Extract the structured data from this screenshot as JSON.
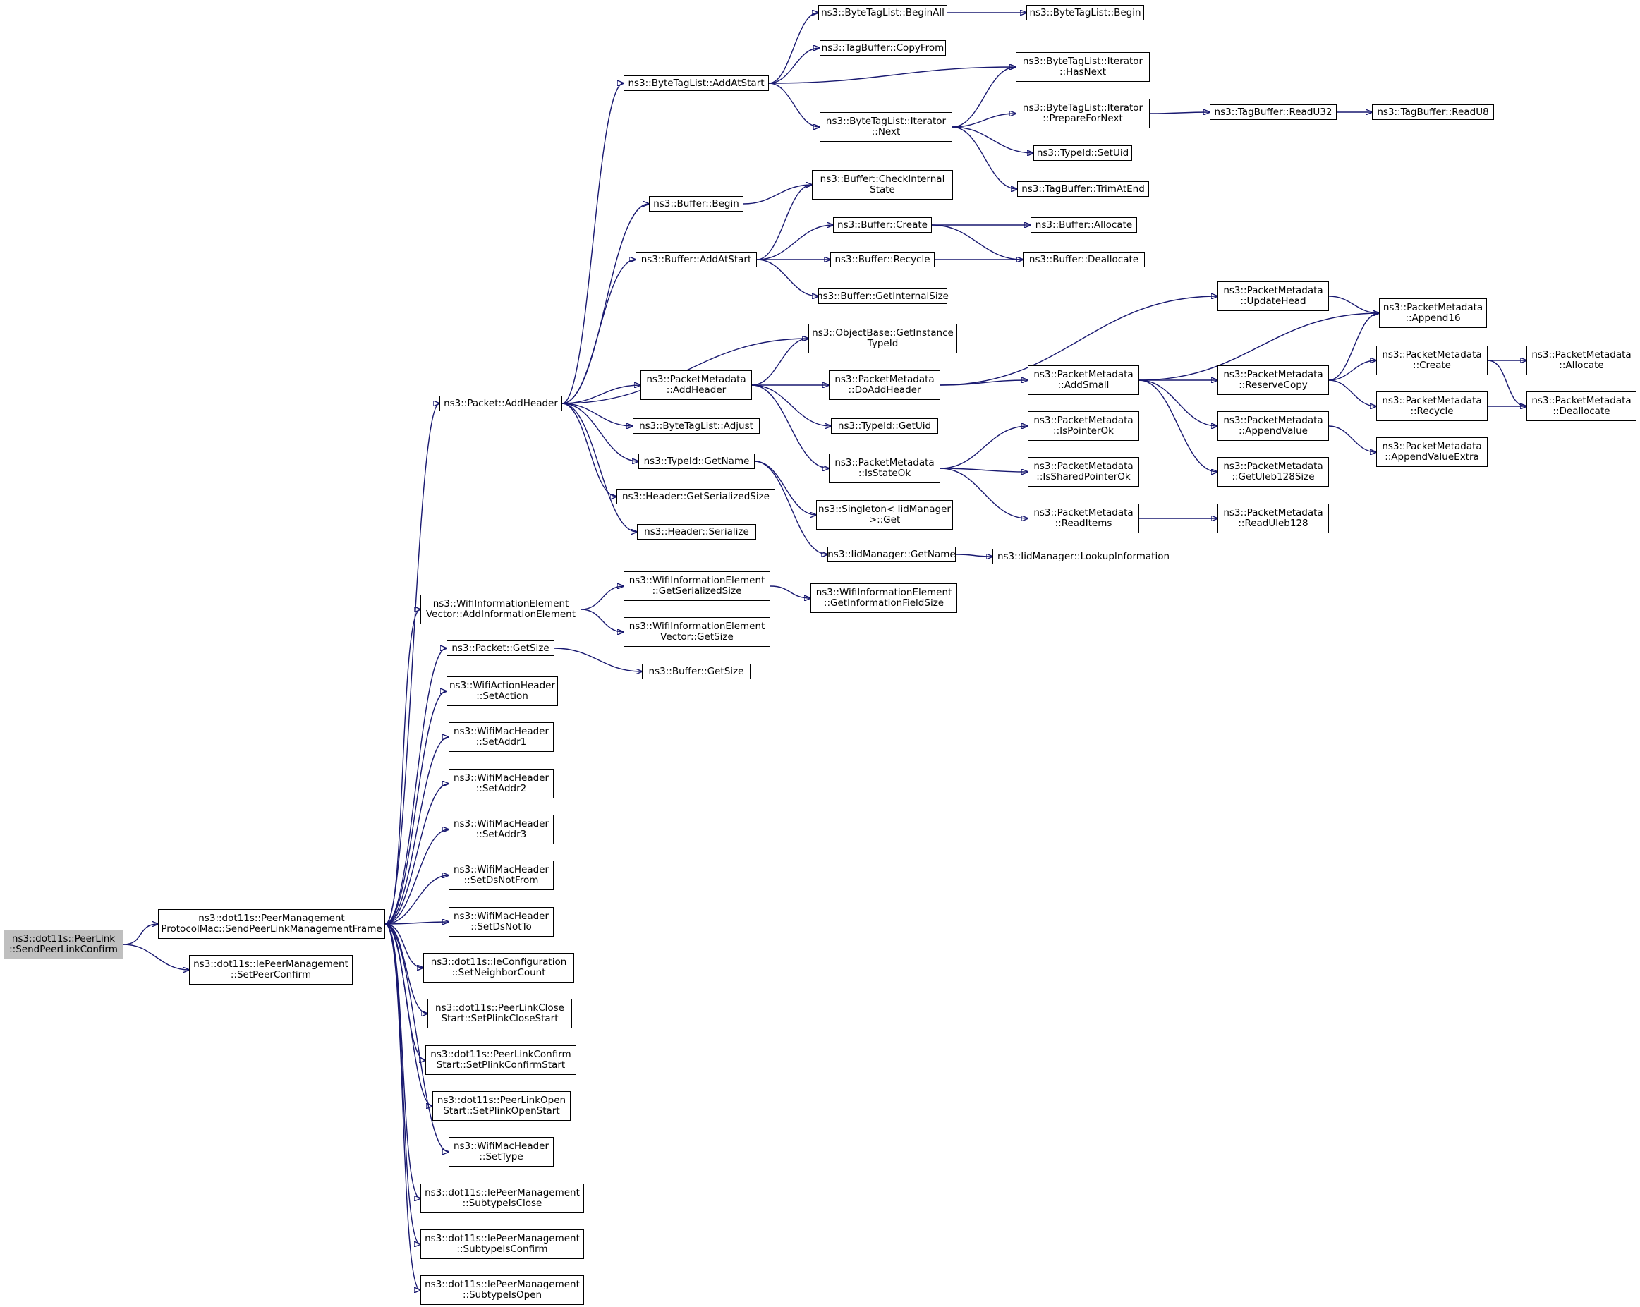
{
  "colors": {
    "edge": "#191970",
    "root_fill": "#bfbfbf",
    "node_fill": "#ffffff",
    "border": "#000000"
  },
  "nodes": [
    {
      "id": "root",
      "label": "ns3::dot11s::PeerLink\n::SendPeerLinkConfirm",
      "root": true
    },
    {
      "id": "sendframe",
      "label": "ns3::dot11s::PeerManagement\nProtocolMac::SendPeerLinkManagementFrame"
    },
    {
      "id": "setpeerconfirm",
      "label": "ns3::dot11s::IePeerManagement\n::SetPeerConfirm"
    },
    {
      "id": "addheader",
      "label": "ns3::Packet::AddHeader"
    },
    {
      "id": "addinfoel",
      "label": "ns3::WifiInformationElement\nVector::AddInformationElement"
    },
    {
      "id": "pktgetsize",
      "label": "ns3::Packet::GetSize"
    },
    {
      "id": "setaction",
      "label": "ns3::WifiActionHeader\n::SetAction"
    },
    {
      "id": "setaddr1",
      "label": "ns3::WifiMacHeader\n::SetAddr1"
    },
    {
      "id": "setaddr2",
      "label": "ns3::WifiMacHeader\n::SetAddr2"
    },
    {
      "id": "setaddr3",
      "label": "ns3::WifiMacHeader\n::SetAddr3"
    },
    {
      "id": "setdsnotfrom",
      "label": "ns3::WifiMacHeader\n::SetDsNotFrom"
    },
    {
      "id": "setdsnotto",
      "label": "ns3::WifiMacHeader\n::SetDsNotTo"
    },
    {
      "id": "setneighbor",
      "label": "ns3::dot11s::IeConfiguration\n::SetNeighborCount"
    },
    {
      "id": "setplinkclose",
      "label": "ns3::dot11s::PeerLinkClose\nStart::SetPlinkCloseStart"
    },
    {
      "id": "setplinkconfirm",
      "label": "ns3::dot11s::PeerLinkConfirm\nStart::SetPlinkConfirmStart"
    },
    {
      "id": "setplinkopen",
      "label": "ns3::dot11s::PeerLinkOpen\nStart::SetPlinkOpenStart"
    },
    {
      "id": "settype",
      "label": "ns3::WifiMacHeader\n::SetType"
    },
    {
      "id": "subclose",
      "label": "ns3::dot11s::IePeerManagement\n::SubtypeIsClose"
    },
    {
      "id": "subconfirm",
      "label": "ns3::dot11s::IePeerManagement\n::SubtypeIsConfirm"
    },
    {
      "id": "subopen",
      "label": "ns3::dot11s::IePeerManagement\n::SubtypeIsOpen"
    },
    {
      "id": "btl_addatstart",
      "label": "ns3::ByteTagList::AddAtStart"
    },
    {
      "id": "buf_begin",
      "label": "ns3::Buffer::Begin"
    },
    {
      "id": "buf_addatstart",
      "label": "ns3::Buffer::AddAtStart"
    },
    {
      "id": "pm_addheader",
      "label": "ns3::PacketMetadata\n::AddHeader"
    },
    {
      "id": "btl_adjust",
      "label": "ns3::ByteTagList::Adjust"
    },
    {
      "id": "typeid_getname",
      "label": "ns3::TypeId::GetName"
    },
    {
      "id": "hdr_getsersize",
      "label": "ns3::Header::GetSerializedSize"
    },
    {
      "id": "hdr_serialize",
      "label": "ns3::Header::Serialize"
    },
    {
      "id": "wie_getsersize",
      "label": "ns3::WifiInformationElement\n::GetSerializedSize"
    },
    {
      "id": "wiev_getsize",
      "label": "ns3::WifiInformationElement\nVector::GetSize"
    },
    {
      "id": "buf_getsize",
      "label": "ns3::Buffer::GetSize"
    },
    {
      "id": "btl_beginall",
      "label": "ns3::ByteTagList::BeginAll"
    },
    {
      "id": "tb_copyfrom",
      "label": "ns3::TagBuffer::CopyFrom"
    },
    {
      "id": "btl_iter_next",
      "label": "ns3::ByteTagList::Iterator\n::Next"
    },
    {
      "id": "buf_checkint",
      "label": "ns3::Buffer::CheckInternal\nState"
    },
    {
      "id": "buf_create",
      "label": "ns3::Buffer::Create"
    },
    {
      "id": "buf_recycle",
      "label": "ns3::Buffer::Recycle"
    },
    {
      "id": "buf_getintsize",
      "label": "ns3::Buffer::GetInternalSize"
    },
    {
      "id": "ob_gettypeid",
      "label": "ns3::ObjectBase::GetInstance\nTypeId"
    },
    {
      "id": "pm_doaddheader",
      "label": "ns3::PacketMetadata\n::DoAddHeader"
    },
    {
      "id": "typeid_getuid",
      "label": "ns3::TypeId::GetUid"
    },
    {
      "id": "pm_isstateok",
      "label": "ns3::PacketMetadata\n::IsStateOk"
    },
    {
      "id": "singleton_get",
      "label": "ns3::Singleton< IidManager\n>::Get"
    },
    {
      "id": "iid_getname",
      "label": "ns3::IidManager::GetName"
    },
    {
      "id": "wie_getinfosize",
      "label": "ns3::WifiInformationElement\n::GetInformationFieldSize"
    },
    {
      "id": "btl_begin",
      "label": "ns3::ByteTagList::Begin"
    },
    {
      "id": "btl_iter_hasnext",
      "label": "ns3::ByteTagList::Iterator\n::HasNext"
    },
    {
      "id": "btl_iter_prep",
      "label": "ns3::ByteTagList::Iterator\n::PrepareForNext"
    },
    {
      "id": "typeid_setuid",
      "label": "ns3::TypeId::SetUid"
    },
    {
      "id": "tb_trimatend",
      "label": "ns3::TagBuffer::TrimAtEnd"
    },
    {
      "id": "buf_allocate",
      "label": "ns3::Buffer::Allocate"
    },
    {
      "id": "buf_dealloc",
      "label": "ns3::Buffer::Deallocate"
    },
    {
      "id": "pm_addsmall",
      "label": "ns3::PacketMetadata\n::AddSmall"
    },
    {
      "id": "pm_ispointerok",
      "label": "ns3::PacketMetadata\n::IsPointerOk"
    },
    {
      "id": "pm_issharedptrok",
      "label": "ns3::PacketMetadata\n::IsSharedPointerOk"
    },
    {
      "id": "pm_readitems",
      "label": "ns3::PacketMetadata\n::ReadItems"
    },
    {
      "id": "iid_lookup",
      "label": "ns3::IidManager::LookupInformation"
    },
    {
      "id": "tb_readu32",
      "label": "ns3::TagBuffer::ReadU32"
    },
    {
      "id": "tb_readu8",
      "label": "ns3::TagBuffer::ReadU8"
    },
    {
      "id": "pm_updatehead",
      "label": "ns3::PacketMetadata\n::UpdateHead"
    },
    {
      "id": "pm_reservecopy",
      "label": "ns3::PacketMetadata\n::ReserveCopy"
    },
    {
      "id": "pm_appendvalue",
      "label": "ns3::PacketMetadata\n::AppendValue"
    },
    {
      "id": "pm_getuleb",
      "label": "ns3::PacketMetadata\n::GetUleb128Size"
    },
    {
      "id": "pm_readuleb",
      "label": "ns3::PacketMetadata\n::ReadUleb128"
    },
    {
      "id": "pm_append16",
      "label": "ns3::PacketMetadata\n::Append16"
    },
    {
      "id": "pm_create",
      "label": "ns3::PacketMetadata\n::Create"
    },
    {
      "id": "pm_recycle",
      "label": "ns3::PacketMetadata\n::Recycle"
    },
    {
      "id": "pm_appendvalextra",
      "label": "ns3::PacketMetadata\n::AppendValueExtra"
    },
    {
      "id": "pm_allocate",
      "label": "ns3::PacketMetadata\n::Allocate"
    },
    {
      "id": "pm_dealloc",
      "label": "ns3::PacketMetadata\n::Deallocate"
    }
  ],
  "edges": [
    [
      "root",
      "sendframe"
    ],
    [
      "root",
      "setpeerconfirm"
    ],
    [
      "sendframe",
      "addheader"
    ],
    [
      "sendframe",
      "addinfoel"
    ],
    [
      "sendframe",
      "pktgetsize"
    ],
    [
      "sendframe",
      "setaction"
    ],
    [
      "sendframe",
      "setaddr1"
    ],
    [
      "sendframe",
      "setaddr2"
    ],
    [
      "sendframe",
      "setaddr3"
    ],
    [
      "sendframe",
      "setdsnotfrom"
    ],
    [
      "sendframe",
      "setdsnotto"
    ],
    [
      "sendframe",
      "setneighbor"
    ],
    [
      "sendframe",
      "setplinkclose"
    ],
    [
      "sendframe",
      "setplinkconfirm"
    ],
    [
      "sendframe",
      "setplinkopen"
    ],
    [
      "sendframe",
      "settype"
    ],
    [
      "sendframe",
      "subclose"
    ],
    [
      "sendframe",
      "subconfirm"
    ],
    [
      "sendframe",
      "subopen"
    ],
    [
      "addheader",
      "btl_addatstart"
    ],
    [
      "addheader",
      "buf_begin"
    ],
    [
      "addheader",
      "buf_addatstart"
    ],
    [
      "addheader",
      "ob_gettypeid"
    ],
    [
      "addheader",
      "pm_addheader"
    ],
    [
      "addheader",
      "btl_adjust"
    ],
    [
      "addheader",
      "typeid_getname"
    ],
    [
      "addheader",
      "hdr_getsersize"
    ],
    [
      "addheader",
      "hdr_serialize"
    ],
    [
      "addinfoel",
      "wie_getsersize"
    ],
    [
      "addinfoel",
      "wiev_getsize"
    ],
    [
      "pktgetsize",
      "buf_getsize"
    ],
    [
      "wie_getsersize",
      "wie_getinfosize"
    ],
    [
      "btl_addatstart",
      "btl_beginall"
    ],
    [
      "btl_addatstart",
      "tb_copyfrom"
    ],
    [
      "btl_addatstart",
      "btl_iter_hasnext"
    ],
    [
      "btl_addatstart",
      "btl_iter_next"
    ],
    [
      "btl_beginall",
      "btl_begin"
    ],
    [
      "btl_iter_next",
      "btl_iter_hasnext"
    ],
    [
      "btl_iter_next",
      "btl_iter_prep"
    ],
    [
      "btl_iter_next",
      "typeid_setuid"
    ],
    [
      "btl_iter_next",
      "tb_trimatend"
    ],
    [
      "btl_iter_prep",
      "tb_readu32"
    ],
    [
      "tb_readu32",
      "tb_readu8"
    ],
    [
      "buf_begin",
      "buf_checkint"
    ],
    [
      "buf_addatstart",
      "buf_checkint"
    ],
    [
      "buf_addatstart",
      "buf_create"
    ],
    [
      "buf_addatstart",
      "buf_recycle"
    ],
    [
      "buf_addatstart",
      "buf_getintsize"
    ],
    [
      "buf_create",
      "buf_allocate"
    ],
    [
      "buf_create",
      "buf_dealloc"
    ],
    [
      "buf_recycle",
      "buf_dealloc"
    ],
    [
      "pm_addheader",
      "ob_gettypeid"
    ],
    [
      "pm_addheader",
      "pm_doaddheader"
    ],
    [
      "pm_addheader",
      "typeid_getuid"
    ],
    [
      "pm_addheader",
      "pm_isstateok"
    ],
    [
      "pm_doaddheader",
      "pm_updatehead"
    ],
    [
      "pm_doaddheader",
      "pm_addsmall"
    ],
    [
      "pm_isstateok",
      "pm_ispointerok"
    ],
    [
      "pm_isstateok",
      "pm_issharedptrok"
    ],
    [
      "pm_isstateok",
      "pm_readitems"
    ],
    [
      "pm_readitems",
      "pm_readuleb"
    ],
    [
      "typeid_getname",
      "singleton_get"
    ],
    [
      "typeid_getname",
      "iid_getname"
    ],
    [
      "iid_getname",
      "iid_lookup"
    ],
    [
      "pm_updatehead",
      "pm_append16"
    ],
    [
      "pm_addsmall",
      "pm_append16"
    ],
    [
      "pm_addsmall",
      "pm_reservecopy"
    ],
    [
      "pm_addsmall",
      "pm_appendvalue"
    ],
    [
      "pm_addsmall",
      "pm_getuleb"
    ],
    [
      "pm_reservecopy",
      "pm_append16"
    ],
    [
      "pm_reservecopy",
      "pm_create"
    ],
    [
      "pm_reservecopy",
      "pm_recycle"
    ],
    [
      "pm_create",
      "pm_allocate"
    ],
    [
      "pm_create",
      "pm_dealloc"
    ],
    [
      "pm_recycle",
      "pm_dealloc"
    ],
    [
      "pm_appendvalue",
      "pm_appendvalextra"
    ]
  ]
}
